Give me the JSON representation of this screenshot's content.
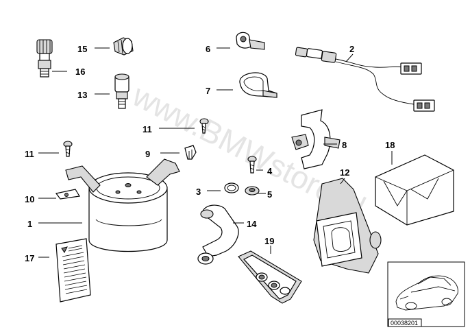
{
  "diagram": {
    "watermark": "www.BMWstore.pl",
    "reference_code": "00038201",
    "callouts": {
      "c1": "1",
      "c2": "2",
      "c3": "3",
      "c4": "4",
      "c5": "5",
      "c6": "6",
      "c7": "7",
      "c8": "8",
      "c9": "9",
      "c10": "10",
      "c11a": "11",
      "c11b": "11",
      "c12": "12",
      "c13": "13",
      "c14": "14",
      "c15": "15",
      "c16": "16",
      "c17": "17",
      "c18": "18",
      "c19": "19"
    }
  }
}
